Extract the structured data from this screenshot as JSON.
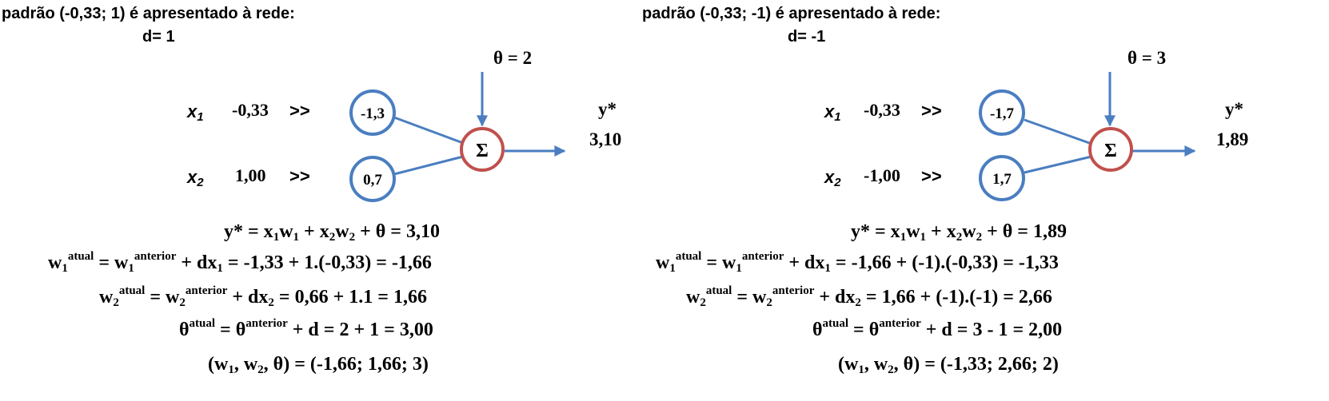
{
  "left": {
    "heading": "padrão (-0,33; 1) é apresentado à rede:",
    "d_label": "d= 1",
    "x1_value": "-0,33",
    "x2_value": "1,00",
    "arrow_text": ">>",
    "w1_node": "-1,3",
    "w2_node": "0,7",
    "theta_value": "2",
    "y_value": "3,10",
    "eq1_result": "3,10",
    "eq2_rhs": "= -1,33 + 1.(-0,33) =",
    "eq2_result": "-1,66",
    "eq3_rhs": "= 0,66 + 1.1 =",
    "eq3_result": "1,66",
    "eq4_rhs": "= 2 + 1 =",
    "eq4_result": "3,00",
    "eq5_result": "(-1,66; 1,66; 3)"
  },
  "right": {
    "heading": "padrão (-0,33; -1) é apresentado à rede:",
    "d_label": "d= -1",
    "x1_value": "-0,33",
    "x2_value": "-1,00",
    "arrow_text": ">>",
    "w1_node": "-1,7",
    "w2_node": "1,7",
    "theta_value": "3",
    "y_value": "1,89",
    "eq1_result": "1,89",
    "eq2_rhs": "= -1,66 + (-1).(-0,33) =",
    "eq2_result": "-1,33",
    "eq3_rhs": "= 1,66 + (-1).(-1) =",
    "eq3_result": "2,66",
    "eq4_rhs": "= 3 - 1 =",
    "eq4_result": "2,00",
    "eq5_result": "(-1,33; 2,66; 2)"
  },
  "common": {
    "x_symbol": "x",
    "x1_index": "1",
    "x2_index": "2",
    "theta_label": "θ =",
    "y_label": "y*",
    "sum_symbol": "Σ",
    "eq1_lhs": "y* = x",
    "eq1_w": "w",
    "eq1_plus": " + x",
    "eq1_tail": " + θ =",
    "w_symbol": "w",
    "theta_symbol": "θ",
    "sup_atual": "atual",
    "sup_anterior": "anterior",
    "eq_equals": " = ",
    "plus_dx": " + dx",
    "plus_d": " + d ",
    "sub_1": "1",
    "sub_2": "2",
    "tuple_lhs_open": "(w",
    "tuple_comma_w": ", w",
    "tuple_theta_close": ", θ) =",
    "colors": {
      "input_node": "#4a7ec0",
      "sum_node": "#c0504d",
      "connection": "#4a7ec0"
    }
  }
}
